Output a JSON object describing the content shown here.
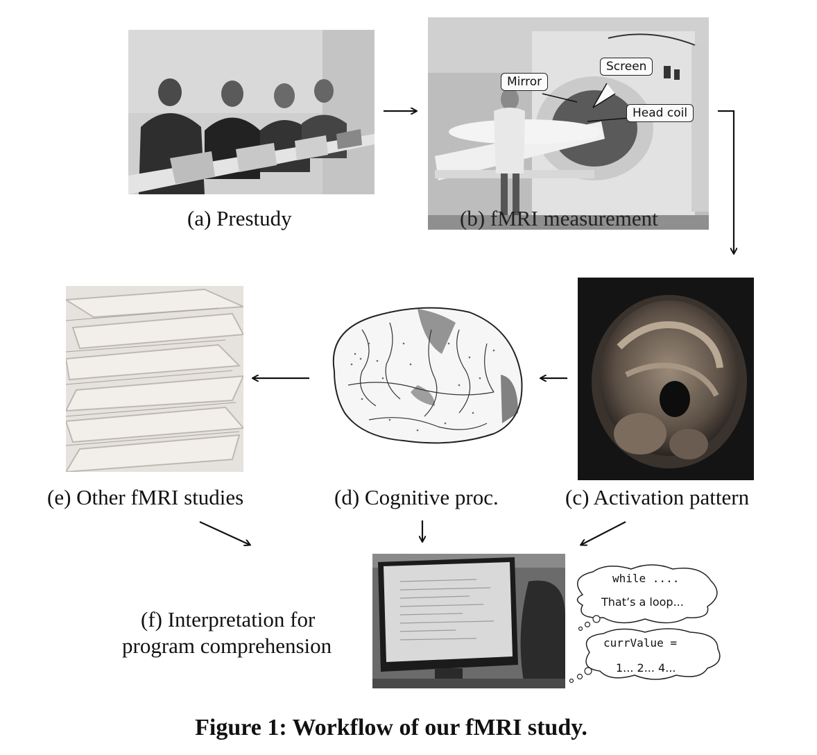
{
  "panels": {
    "prestudy": {
      "caption": "(a) Prestudy"
    },
    "fmri": {
      "caption": "(b) fMRI measurement",
      "labels": {
        "mirror": "Mirror",
        "screen": "Screen",
        "head_coil": "Head coil"
      }
    },
    "activation": {
      "caption": "(c) Activation pattern"
    },
    "cognitive": {
      "caption": "(d) Cognitive proc."
    },
    "other": {
      "caption": "(e) Other fMRI studies"
    },
    "interpretation": {
      "caption_line1": "(f) Interpretation for",
      "caption_line2": "program comprehension",
      "thought1": {
        "code": "while ....",
        "text": "That’s a loop..."
      },
      "thought2": {
        "code": "currValue =",
        "text": "1... 2... 4..."
      }
    }
  },
  "figure_caption": "Figure 1: Workflow of our fMRI study."
}
